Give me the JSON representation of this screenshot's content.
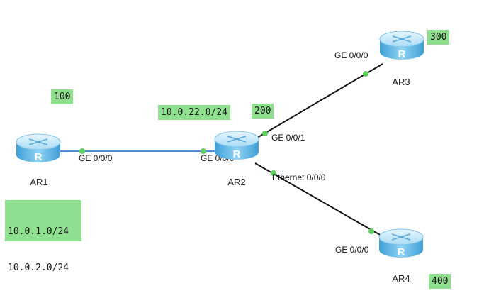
{
  "routers": [
    {
      "id": "AR1",
      "label": "AR1",
      "glyph": "R"
    },
    {
      "id": "AR2",
      "label": "AR2",
      "glyph": "R"
    },
    {
      "id": "AR3",
      "label": "AR3",
      "glyph": "R"
    },
    {
      "id": "AR4",
      "label": "AR4",
      "glyph": "R"
    }
  ],
  "links": [
    {
      "from": "AR1",
      "to": "AR2",
      "from_port": "GE 0/0/0",
      "to_port": "GE 0/0/0",
      "color": "#4a90d9"
    },
    {
      "from": "AR2",
      "to": "AR3",
      "from_port": "GE 0/0/1",
      "to_port": "GE 0/0/0",
      "color": "#111111"
    },
    {
      "from": "AR2",
      "to": "AR4",
      "from_port": "Ethernet 0/0/0",
      "to_port": "GE 0/0/0",
      "color": "#111111"
    }
  ],
  "notes": {
    "as_ar1": "100",
    "as_ar2": "200",
    "as_ar3": "300",
    "as_ar4": "400",
    "link_subnet": "10.0.22.0/24",
    "ar1_networks": [
      "10.0.1.0/24",
      "10.0.2.0/24"
    ]
  },
  "colors": {
    "note_bg": "#8ee08e",
    "port_dot": "#5fcf5f",
    "router_top": "#bfe9fb",
    "router_body": "#5bb8e8"
  }
}
